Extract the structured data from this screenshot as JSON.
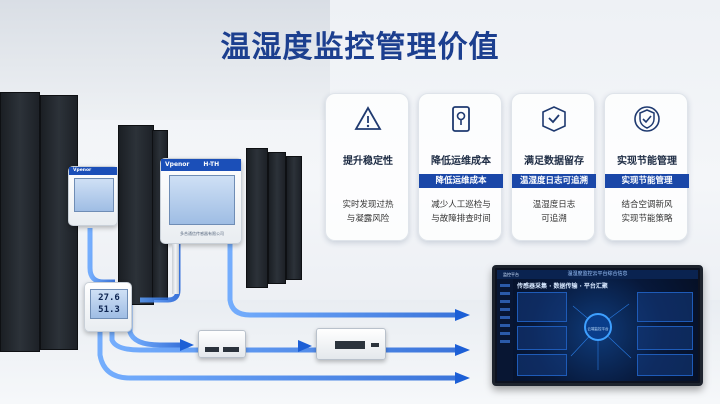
{
  "title": "温湿度监控管理价值",
  "cards": [
    {
      "heading": "提升稳定性",
      "band": "",
      "desc1": "实时发现过热",
      "desc2": "与凝露风险",
      "icon": "warning-triangle-icon"
    },
    {
      "heading": "降低运维成本",
      "band": "降低运维成本",
      "desc1": "减少人工巡检与",
      "desc2": "与故障排查时间",
      "icon": "location-pin-icon"
    },
    {
      "heading": "满足数据留存",
      "band": "温湿度日志可追溯",
      "desc1": "温湿度日志",
      "desc2": "可追溯",
      "icon": "document-check-icon"
    },
    {
      "heading": "实现节能管理",
      "band": "实现节能管理",
      "desc1": "结合空调新风",
      "desc2": "实现节能策略",
      "icon": "shield-check-icon"
    }
  ],
  "devices": {
    "large_brand": "Vpenor",
    "large_model": "H-TH",
    "large_footer": "多合通信传感器有限公司",
    "small_reading_top": "27.6",
    "small_reading_bottom": "51.3",
    "left_brand": "Vpenor"
  },
  "dashboard": {
    "top_title": "温湿度监控云平台综合信息",
    "subtitle": "传感器采集 · 数据传输 · 平台汇聚",
    "hub_label": "云端监控平台",
    "brand": "监控平台"
  },
  "colors": {
    "accent": "#1a47a8",
    "title": "#1c3f8f",
    "flow": "#2f6fe0"
  }
}
